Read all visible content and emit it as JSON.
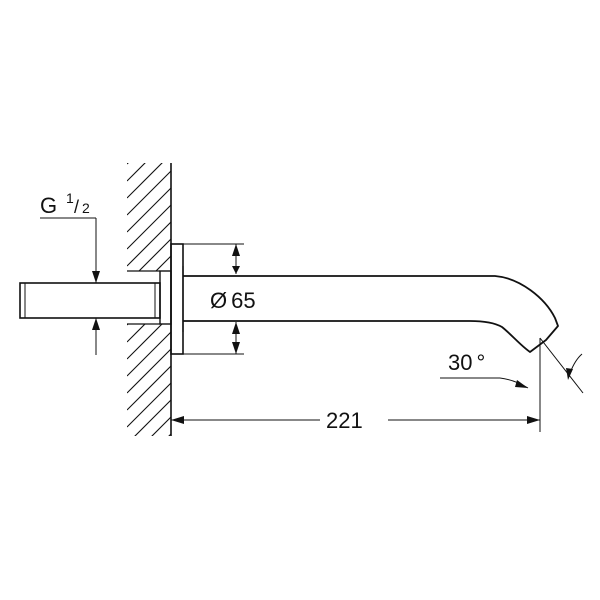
{
  "dimensions": {
    "thread_letter": "G",
    "thread_num": "1",
    "thread_den": "2",
    "diameter_symbol": "Ø",
    "diameter_value": "65",
    "projection": "221",
    "angle_value": "30",
    "angle_unit": "°"
  },
  "colors": {
    "line": "#111111",
    "background": "#ffffff"
  }
}
